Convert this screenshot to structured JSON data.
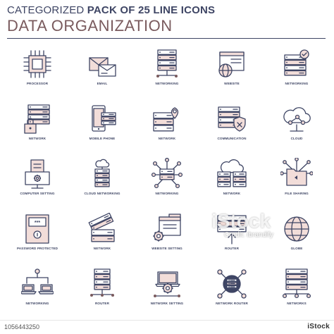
{
  "header": {
    "prefix": "CATEGORIZED ",
    "bold_title": "PACK OF 25 LINE ICONS",
    "subtitle": "DATA ORGANIZATION"
  },
  "colors": {
    "navy": "#3e4564",
    "rose": "#7a5b5e",
    "fill": "#f2ddd9"
  },
  "icons": [
    {
      "label": "PROCESSOR",
      "icon": "processor-icon"
    },
    {
      "label": "EMAIL",
      "icon": "email-icon"
    },
    {
      "label": "NETWORKING",
      "icon": "server-stack-icon"
    },
    {
      "label": "WEBSITE",
      "icon": "website-globe-icon"
    },
    {
      "label": "NETWORKING",
      "icon": "server-check-icon"
    },
    {
      "label": "NETWORK",
      "icon": "server-lock-icon"
    },
    {
      "label": "MOBILE PHONE",
      "icon": "mobile-server-icon"
    },
    {
      "label": "NETWORK",
      "icon": "server-location-icon"
    },
    {
      "label": "COMMUNICATION",
      "icon": "server-shield-icon"
    },
    {
      "label": "CLOUD",
      "icon": "cloud-share-icon"
    },
    {
      "label": "COMPUTER SETTING",
      "icon": "computer-setting-icon"
    },
    {
      "label": "CLOUD NETWORKING",
      "icon": "cloud-networking-icon"
    },
    {
      "label": "NETWORKING",
      "icon": "hub-server-icon"
    },
    {
      "label": "NETWORK",
      "icon": "cloud-servers-icon"
    },
    {
      "label": "FILE SHARING",
      "icon": "folder-share-icon"
    },
    {
      "label": "PASSWORD PROTECTED",
      "icon": "password-box-icon"
    },
    {
      "label": "NETWORK",
      "icon": "server-cable-icon"
    },
    {
      "label": "WEBSITE SETTING",
      "icon": "window-gear-icon"
    },
    {
      "label": "ROUTER",
      "icon": "router-upload-icon"
    },
    {
      "label": "GLOBE",
      "icon": "globe-icon"
    },
    {
      "label": "NETWORKING",
      "icon": "laptops-network-icon"
    },
    {
      "label": "ROUTER",
      "icon": "router-stack-icon"
    },
    {
      "label": "NETWORK SETTING",
      "icon": "laptop-setting-icon"
    },
    {
      "label": "NETWORK ROUTER",
      "icon": "router-hub-icon"
    },
    {
      "label": "NETWORKS",
      "icon": "network-servers-icon"
    }
  ],
  "watermark": {
    "brand": "iStock",
    "credit": "Credit: ibrandify"
  },
  "footer": {
    "image_id": "1056443250",
    "logo": "iStock"
  }
}
